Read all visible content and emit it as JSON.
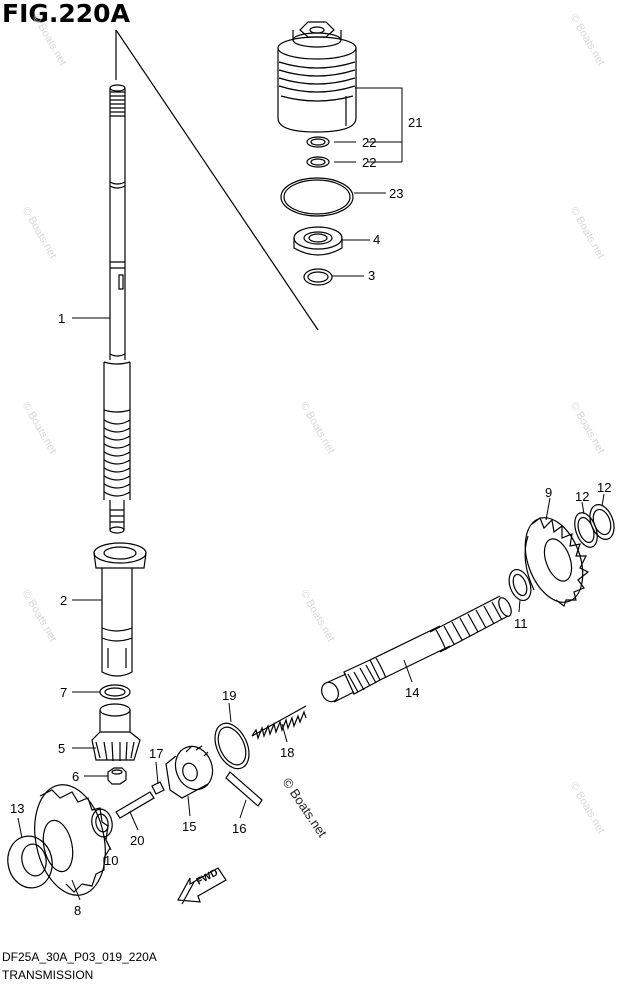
{
  "figure": {
    "title": "FIG.220A",
    "code": "DF25A_30A_P03_019_220A",
    "caption": "TRANSMISSION"
  },
  "watermark": {
    "text": "© Boats.net"
  },
  "parts": [
    {
      "id": "p1",
      "label": "1"
    },
    {
      "id": "p2",
      "label": "2"
    },
    {
      "id": "p3",
      "label": "3"
    },
    {
      "id": "p4",
      "label": "4"
    },
    {
      "id": "p5",
      "label": "5"
    },
    {
      "id": "p6",
      "label": "6"
    },
    {
      "id": "p7",
      "label": "7"
    },
    {
      "id": "p8",
      "label": "8"
    },
    {
      "id": "p9",
      "label": "9"
    },
    {
      "id": "p10",
      "label": "10"
    },
    {
      "id": "p11",
      "label": "11"
    },
    {
      "id": "p12a",
      "label": "12"
    },
    {
      "id": "p12b",
      "label": "12"
    },
    {
      "id": "p13",
      "label": "13"
    },
    {
      "id": "p14",
      "label": "14"
    },
    {
      "id": "p15",
      "label": "15"
    },
    {
      "id": "p16",
      "label": "16"
    },
    {
      "id": "p17",
      "label": "17"
    },
    {
      "id": "p18",
      "label": "18"
    },
    {
      "id": "p19",
      "label": "19"
    },
    {
      "id": "p20",
      "label": "20"
    },
    {
      "id": "p21",
      "label": "21"
    },
    {
      "id": "p22a",
      "label": "22"
    },
    {
      "id": "p22b",
      "label": "22"
    },
    {
      "id": "p23",
      "label": "23"
    }
  ],
  "fwd_label": "FWD"
}
